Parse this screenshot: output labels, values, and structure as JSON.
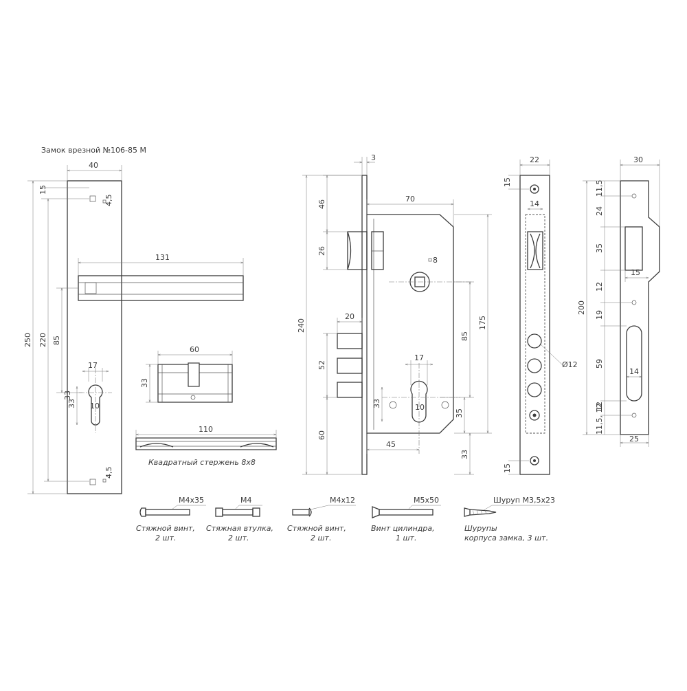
{
  "title": "Замок врезной №106-85 М",
  "dims": {
    "plate_width": "40",
    "plate_top_offset": "15",
    "plate_hole": "4,5",
    "plate_height": "250",
    "plate_inner": "220",
    "handle_length": "131",
    "backset_85": "85",
    "keyhole_width": "17",
    "keyhole_height": "33",
    "keyhole_slot": "10",
    "plate_hole_bottom": "4,5",
    "cylinder_length": "60",
    "cylinder_height": "33",
    "spindle_length": "110",
    "lock_front": "3",
    "lock_top": "46",
    "lock_depth": "70",
    "latch_height": "26",
    "square_hole": "8",
    "lock_height": "240",
    "bolt_width": "20",
    "bolt_spacing": "52",
    "lock_backset_85": "85",
    "lock_body_height": "175",
    "lock_keyhole_width": "17",
    "lock_keyhole_height": "33",
    "lock_keyhole_slot": "10",
    "lock_bottom_60": "60",
    "lock_backset_45": "45",
    "lock_keyhole_35": "35",
    "lock_bottom_33": "33",
    "faceplate_width": "22",
    "faceplate_top_15": "15",
    "faceplate_inner_14": "14",
    "faceplate_hole": "Ø12",
    "faceplate_bottom_15": "15",
    "strike_width": "30",
    "strike_top_11_5": "11,5",
    "strike_24": "24",
    "strike_35": "35",
    "strike_12": "12",
    "strike_15": "15",
    "strike_200": "200",
    "strike_19": "19",
    "strike_59": "59",
    "strike_14": "14",
    "strike_12_low": "12",
    "strike_bottom_11_5": "11,5, 12",
    "strike_bottom_width": "25"
  },
  "captions": {
    "spindle": "Квадратный стержень 8x8",
    "screw_m4x35_label": "M4x35",
    "screw_m4x35_name": "Стяжной винт,",
    "screw_m4x35_qty": "2 шт.",
    "bushing_label": "M4",
    "bushing_name": "Стяжная втулка,",
    "bushing_qty": "2 шт.",
    "screw_m4x12_label": "M4x12",
    "screw_m4x12_name": "Стяжной винт,",
    "screw_m4x12_qty": "2 шт.",
    "screw_m5x50_label": "M5x50",
    "screw_m5x50_name": "Винт цилиндра,",
    "screw_m5x50_qty": "1 шт.",
    "wood_screw_label": "Шуруп M3,5x23",
    "wood_screw_name": "Шурупы",
    "wood_screw_qty": "корпуса замка, 3 шт."
  }
}
